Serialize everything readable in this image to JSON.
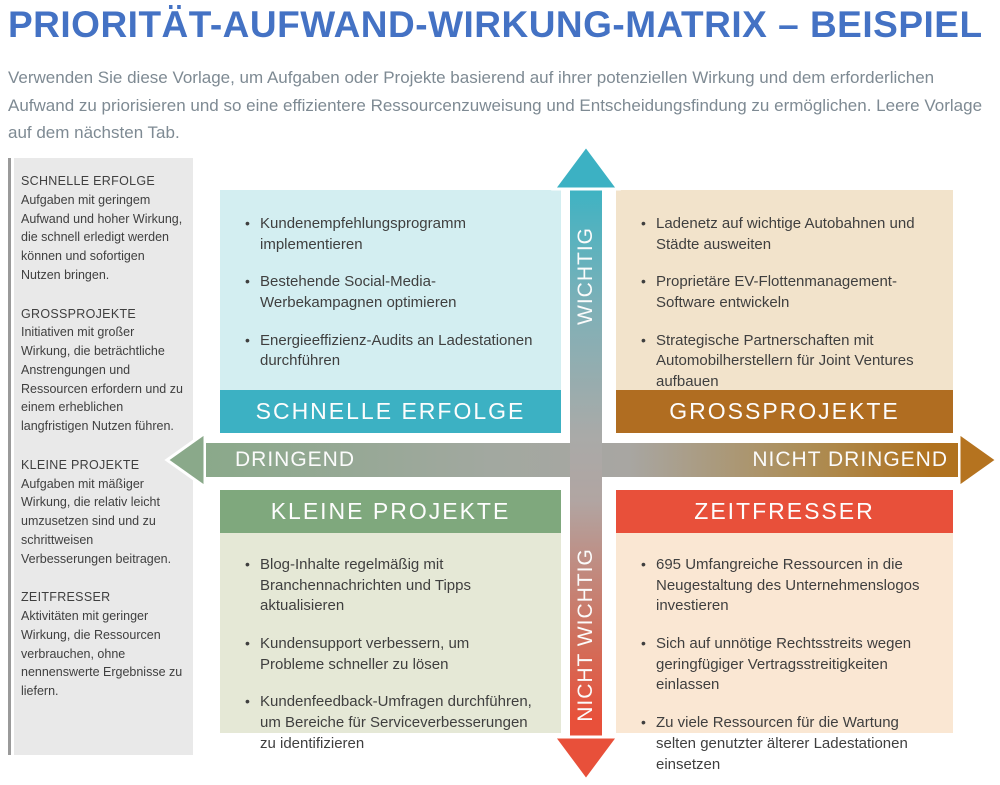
{
  "header": {
    "title": "PRIORITÄT-AUFWAND-WIRKUNG-MATRIX – BEISPIEL",
    "description": "Verwenden Sie diese Vorlage, um Aufgaben oder Projekte basierend auf ihrer potenziellen Wirkung und dem erforderlichen Aufwand zu priorisieren und so eine effizientere Ressourcenzuweisung und Entscheidungsfindung zu ermöglichen. Leere Vorlage auf dem nächsten Tab."
  },
  "sidebar": {
    "items": [
      {
        "term": "SCHNELLE ERFOLGE",
        "description": "Aufgaben mit geringem Aufwand und hoher Wirkung, die schnell erledigt werden können und sofortigen Nutzen bringen."
      },
      {
        "term": "GROSSPROJEKTE",
        "description": "Initiativen mit großer Wirkung, die beträchtliche Anstrengungen und Ressourcen erfordern und zu einem erheblichen langfristigen Nutzen führen."
      },
      {
        "term": "KLEINE PROJEKTE",
        "description": "Aufgaben mit mäßiger Wirkung, die relativ leicht umzusetzen sind und zu schrittweisen Verbesserungen beitragen."
      },
      {
        "term": "ZEITFRESSER",
        "description": "Aktivitäten mit geringer Wirkung, die Ressourcen verbrauchen, ohne nennenswerte Ergebnisse zu liefern."
      }
    ]
  },
  "matrix": {
    "axes": {
      "up": "WICHTIG",
      "down": "NICHT WICHTIG",
      "left": "DRINGEND",
      "right": "NICHT DRINGEND"
    },
    "quadrants": {
      "quick_wins": {
        "title": "SCHNELLE ERFOLGE",
        "items": [
          "Kundenempfehlungsprogramm implementieren",
          "Bestehende Social-Media-Werbekampagnen optimieren",
          "Energieeffizienz-Audits an Ladestationen durchführen"
        ]
      },
      "major_projects": {
        "title": "GROSSPROJEKTE",
        "items": [
          "Ladenetz auf wichtige Autobahnen und Städte ausweiten",
          "Proprietäre EV-Flottenmanagement-Software entwickeln",
          "Strategische Partnerschaften mit Automobilherstellern für Joint Ventures aufbauen"
        ]
      },
      "small_projects": {
        "title": "KLEINE PROJEKTE",
        "items": [
          "Blog-Inhalte regelmäßig mit Branchennachrichten und Tipps aktualisieren",
          "Kundensupport verbessern, um Probleme schneller zu lösen",
          "Kundenfeedback-Umfragen durchführen, um Bereiche für Serviceverbesserungen zu identifizieren"
        ]
      },
      "time_wasters": {
        "title": "ZEITFRESSER",
        "items": [
          "695 Umfangreiche Ressourcen in die Neugestaltung des Unternehmenslogos investieren",
          "Sich auf unnötige Rechtsstreits wegen geringfügiger Vertragsstreitigkeiten einlassen",
          "Zu viele Ressourcen für die Wartung selten genutzter älterer Ladestationen einsetzen"
        ]
      }
    }
  },
  "colors": {
    "title_blue": "#4472c4",
    "description_gray": "#7e8a93",
    "teal_header": "#3cb1c3",
    "teal_body": "#d3eef1",
    "brown_header": "#b06d21",
    "cream_body": "#f2e3cb",
    "green_header": "#7fa87d",
    "green_body": "#e5e8d6",
    "red_header": "#e8503a",
    "peach_body": "#fae7d3",
    "sage_arrow": "#8aa98a",
    "gray_arrow": "#a8a6a2",
    "sidebar_bg": "#e9e9e9"
  }
}
